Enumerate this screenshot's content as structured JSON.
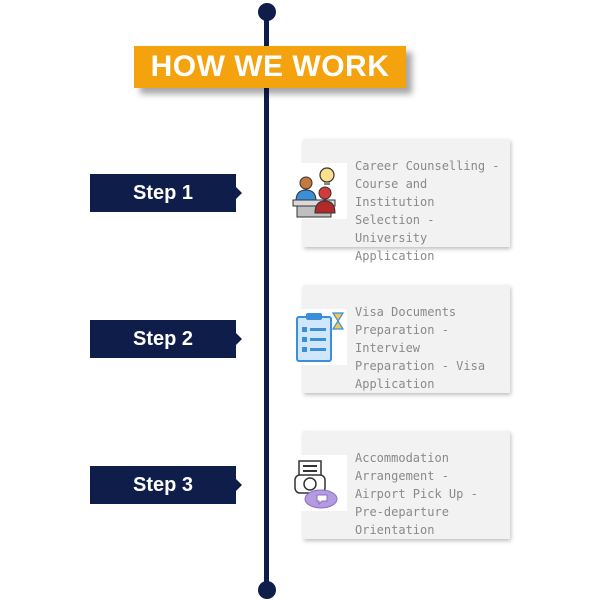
{
  "title": "HOW WE WORK",
  "steps": [
    {
      "label": "Step 1",
      "icon": "counselling-icon",
      "description": "Career Counselling - Course and Institution Selection - University Application"
    },
    {
      "label": "Step 2",
      "icon": "clipboard-checklist-icon",
      "description": "Visa Documents Preparation - Interview Preparation - Visa Application"
    },
    {
      "label": "Step 3",
      "icon": "accommodation-document-icon",
      "description": "Accommodation Arrangement - Airport Pick Up - Pre-departure Orientation"
    }
  ],
  "colors": {
    "navy": "#0f1d4a",
    "orange": "#f5a20f",
    "card_bg": "#f2f2f2",
    "card_text": "#8a8a8a"
  }
}
